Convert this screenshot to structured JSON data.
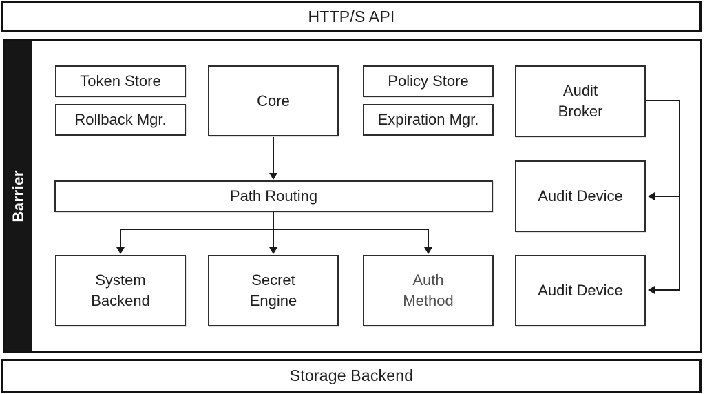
{
  "bars": {
    "http_api": "HTTP/S API",
    "storage_backend": "Storage Backend"
  },
  "barrier": {
    "label": "Barrier"
  },
  "boxes": {
    "token_store": {
      "label": "Token Store"
    },
    "rollback_mgr": {
      "label": "Rollback Mgr."
    },
    "core": {
      "label": "Core"
    },
    "policy_store": {
      "label": "Policy Store"
    },
    "expiration_mgr": {
      "label": "Expiration Mgr."
    },
    "audit_broker": {
      "label": "Audit\nBroker"
    },
    "path_routing": {
      "label": "Path Routing"
    },
    "audit_device_1": {
      "label": "Audit Device"
    },
    "system_backend": {
      "label": "System\nBackend"
    },
    "secret_engine": {
      "label": "Secret\nEngine"
    },
    "auth_method": {
      "label": "Auth\nMethod"
    },
    "audit_device_2": {
      "label": "Audit Device"
    }
  },
  "connectors": [
    {
      "from": "core",
      "to": "path_routing"
    },
    {
      "from": "path_routing",
      "to": "system_backend"
    },
    {
      "from": "path_routing",
      "to": "secret_engine"
    },
    {
      "from": "path_routing",
      "to": "auth_method"
    },
    {
      "from": "audit_broker",
      "to": "audit_device_1"
    },
    {
      "from": "audit_broker",
      "to": "audit_device_2"
    }
  ],
  "colors": {
    "outer_border": "#121212",
    "box_border": "#2d2d2d",
    "line": "#1a1a1a",
    "barrier_bg": "#161616",
    "barrier_text": "#ffffff",
    "text": "#1e1e1e",
    "muted_text": "#4e4e4e",
    "background": "#ffffff"
  }
}
